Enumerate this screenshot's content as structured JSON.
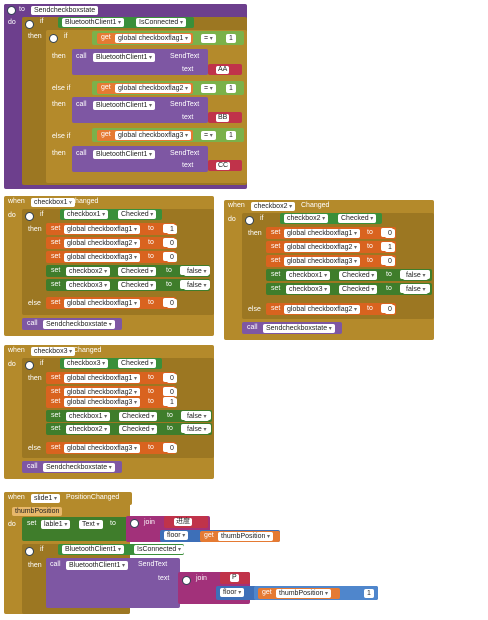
{
  "kw": {
    "to": "to",
    "do": "do",
    "if": "if",
    "then": "then",
    "else_if": "else if",
    "else": "else",
    "call": "call",
    "text": "text",
    "get": "get",
    "when": "when",
    "set": "set",
    "to_kw": "to",
    "join": "join",
    "floor": "floor"
  },
  "proc": {
    "name": "Sendcheckboxstate"
  },
  "bt": {
    "client": "BluetoothClient1",
    "is_connected": "IsConnected",
    "send_text": "SendText"
  },
  "vars": {
    "f1": "global checkboxflag1",
    "f2": "global checkboxflag2",
    "f3": "global checkboxflag3"
  },
  "ops": {
    "eq": "="
  },
  "vals": {
    "one": "1",
    "zero": "0",
    "aa": "AA",
    "bb": "BB",
    "cc": "CC",
    "false": "false",
    "p": "P",
    "sep": "进度"
  },
  "ev": {
    "cb1": "checkbox1",
    "cb2": "checkbox2",
    "cb3": "checkbox3",
    "changed": "Changed",
    "checked": "Checked",
    "slide": "slide1",
    "pos_changed": "PositionChanged",
    "thumb": "thumbPosition",
    "label": "lable1",
    "text_prop": "Text"
  }
}
